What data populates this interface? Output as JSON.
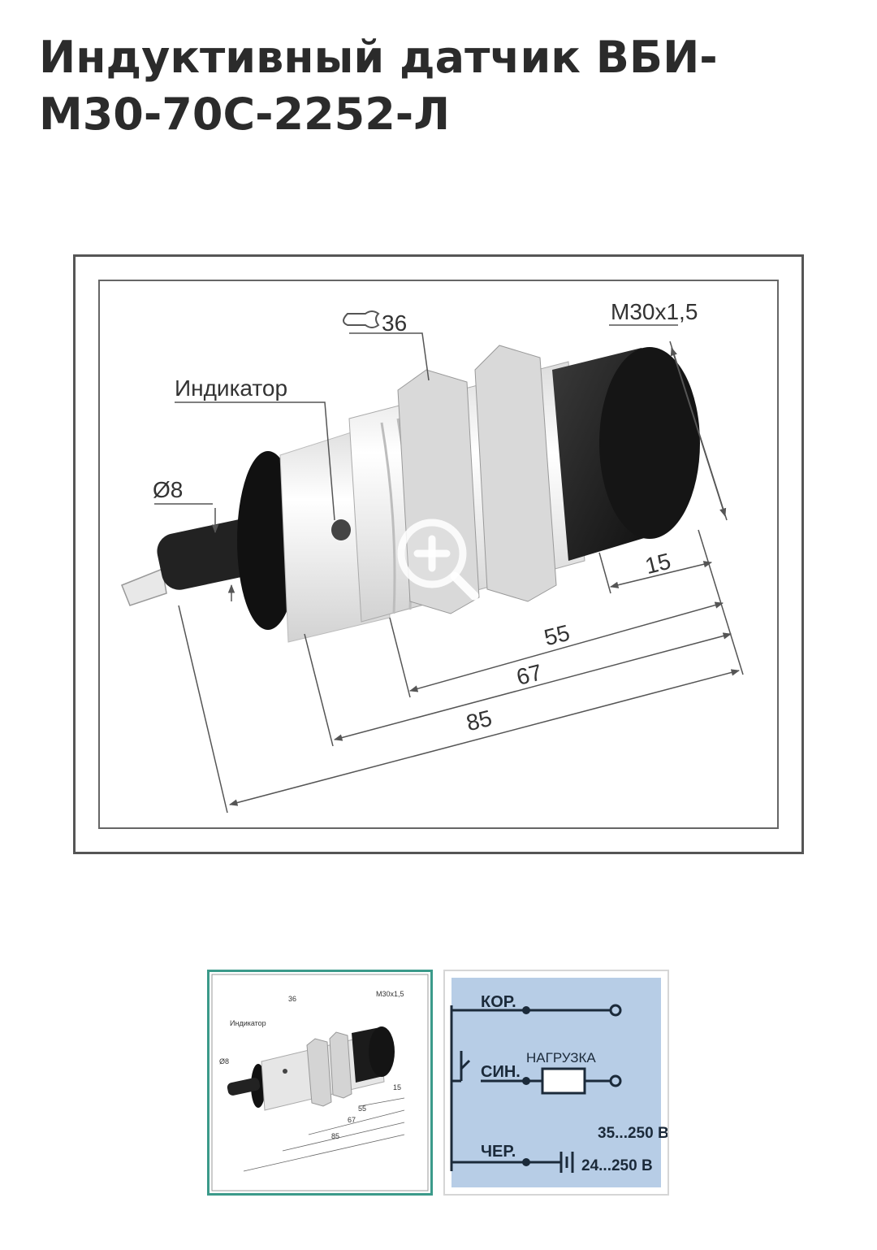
{
  "product": {
    "title_line1": "Индуктивный датчик ВБИ-",
    "title_line2": "М30-70С-2252-Л"
  },
  "drawing": {
    "indicator_label": "Индикатор",
    "wrench_size": "36",
    "thread": "М30х1,5",
    "cable_diameter": "Ø8",
    "dim_15": "15",
    "dim_55": "55",
    "dim_67": "67",
    "dim_85": "85"
  },
  "zoom_icon": "zoom-in-icon",
  "circuit": {
    "kor": "КОР.",
    "sin": "СИН.",
    "cher": "ЧЕР.",
    "load": "НАГРУЗКА",
    "ac_range": "35...250 В",
    "dc_range": "24...250 В"
  },
  "colors": {
    "thumb_active_border": "#3b9a8a",
    "circuit_bg": "#b7cde6"
  }
}
